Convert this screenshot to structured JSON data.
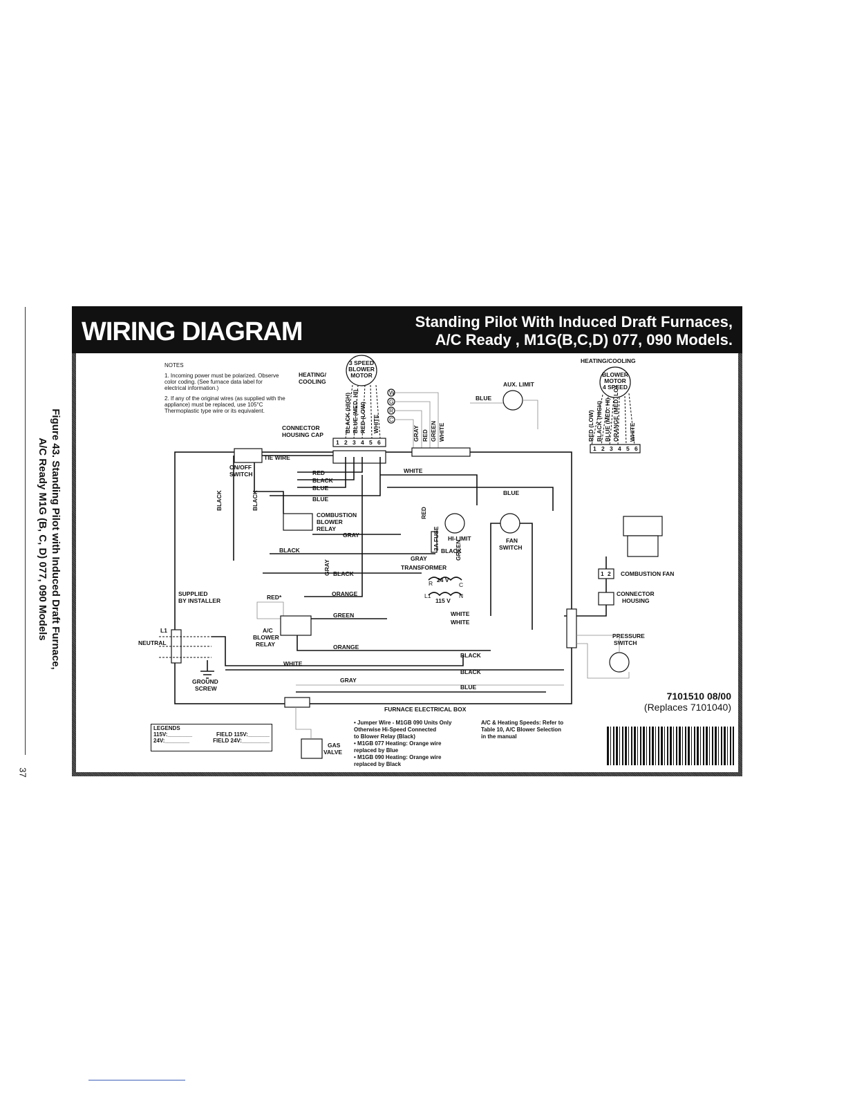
{
  "side": {
    "caption_line1": "Figure 43. Standing Pilot with Induced Draft Furnace,",
    "caption_line2": "A/C Ready M1G (B, C, D) 077, 090 Models",
    "page_number": "37"
  },
  "header": {
    "title": "WIRING DIAGRAM",
    "subtitle_line1": "Standing Pilot With Induced Draft Furnaces,",
    "subtitle_line2": "A/C Ready ,      M1G(B,C,D) 077, 090 Models."
  },
  "notes": {
    "heading": "NOTES",
    "note1": "1.  Incoming power must be polarized. Observe color coding. (See furnace data label for electrical information.)",
    "note2": "2.  If any of the original wires (as supplied with the appliance) must be replaced, use 105°C Thermoplastic type wire or its equivalent."
  },
  "components": {
    "blower_motor_3speed": [
      "3 SPEED",
      "BLOWER",
      "MOTOR"
    ],
    "heating_cooling_left": [
      "HEATING/",
      "COOLING"
    ],
    "connector_housing_cap": [
      "CONNECTOR",
      "HOUSING CAP"
    ],
    "aux_limit": "AUX. LIMIT",
    "heating_cooling_right": "HEATING/COOLING",
    "blower_motor_4speed": [
      "BLOWER",
      "MOTOR",
      "4 SPEED"
    ],
    "tie_wire": "TIE WIRE",
    "on_off_switch": [
      "ON/OFF",
      "SWITCH"
    ],
    "combustion_blower_relay": [
      "COMBUSTION",
      "BLOWER",
      "RELAY"
    ],
    "hi_limit": "HI-LIMIT",
    "fan_switch": [
      "FAN",
      "SWITCH"
    ],
    "fuse": "3A FUSE",
    "transformer": "TRANSFORMER",
    "transformer_24v": "24 V",
    "transformer_115v": "115 V",
    "combustion_fan": "COMBUSTION FAN",
    "connector_housing": [
      "CONNECTOR",
      "HOUSING"
    ],
    "pressure_switch": [
      "PRESSURE",
      "SWITCH"
    ],
    "supplied_by_installer": [
      "SUPPLIED",
      "BY INSTALLER"
    ],
    "ac_blower_relay": [
      "A/C",
      "BLOWER",
      "RELAY"
    ],
    "neutral": "NEUTRAL",
    "l1": "L1",
    "ground_screw": [
      "GROUND",
      "SCREW"
    ],
    "furnace_electrical_box": "FURNACE ELECTRICAL BOX",
    "gas_valve": [
      "GAS",
      "VALVE"
    ],
    "terminals_left": [
      "W",
      "G",
      "R",
      "C"
    ],
    "pins": [
      "1",
      "2",
      "3",
      "4",
      "5",
      "6"
    ]
  },
  "wire_labels": {
    "motor3_leads": [
      "BLACK (HIGH)",
      "BLUE (MED. HI)",
      "RED (LOW)",
      "WHITE"
    ],
    "motor4_leads": [
      "RED (LOW)",
      "BLACK (HIGH)",
      "BLUE (MED. HI)",
      "ORANGE (MED. LO)",
      "WHITE"
    ],
    "thermostat_leads": [
      "GRAY",
      "RED",
      "GREEN",
      "WHITE"
    ],
    "red": "RED",
    "red_star": "RED*",
    "black": "BLACK",
    "blue": "BLUE",
    "white": "WHITE",
    "gray": "GRAY",
    "orange": "ORANGE",
    "green": "GREEN"
  },
  "legend": {
    "title": "LEGENDS",
    "v115": "115V:________",
    "v24": "24V:________",
    "field115": "FIELD 115V:_______",
    "field24": "FIELD 24V:_________"
  },
  "footnotes": {
    "f1": "• Jumper Wire - M1GB 090 Units Only",
    "f1b": "Otherwise Hi-Speed Connected",
    "f1c": "to Blower Relay (Black)",
    "f2": "• M1GB 077 Heating: Orange wire",
    "f2b": "replaced by Blue",
    "f3": "• M1GB 090 Heating: Orange wire",
    "f3b": "replaced by Black"
  },
  "speeds_note": {
    "l1": "A/C & Heating Speeds:  Refer to",
    "l2": "Table 10, A/C Blower Selection",
    "l3": "in the manual"
  },
  "doc_code": {
    "number": "7101510      08/00",
    "replaces": "(Replaces 7101040)"
  }
}
